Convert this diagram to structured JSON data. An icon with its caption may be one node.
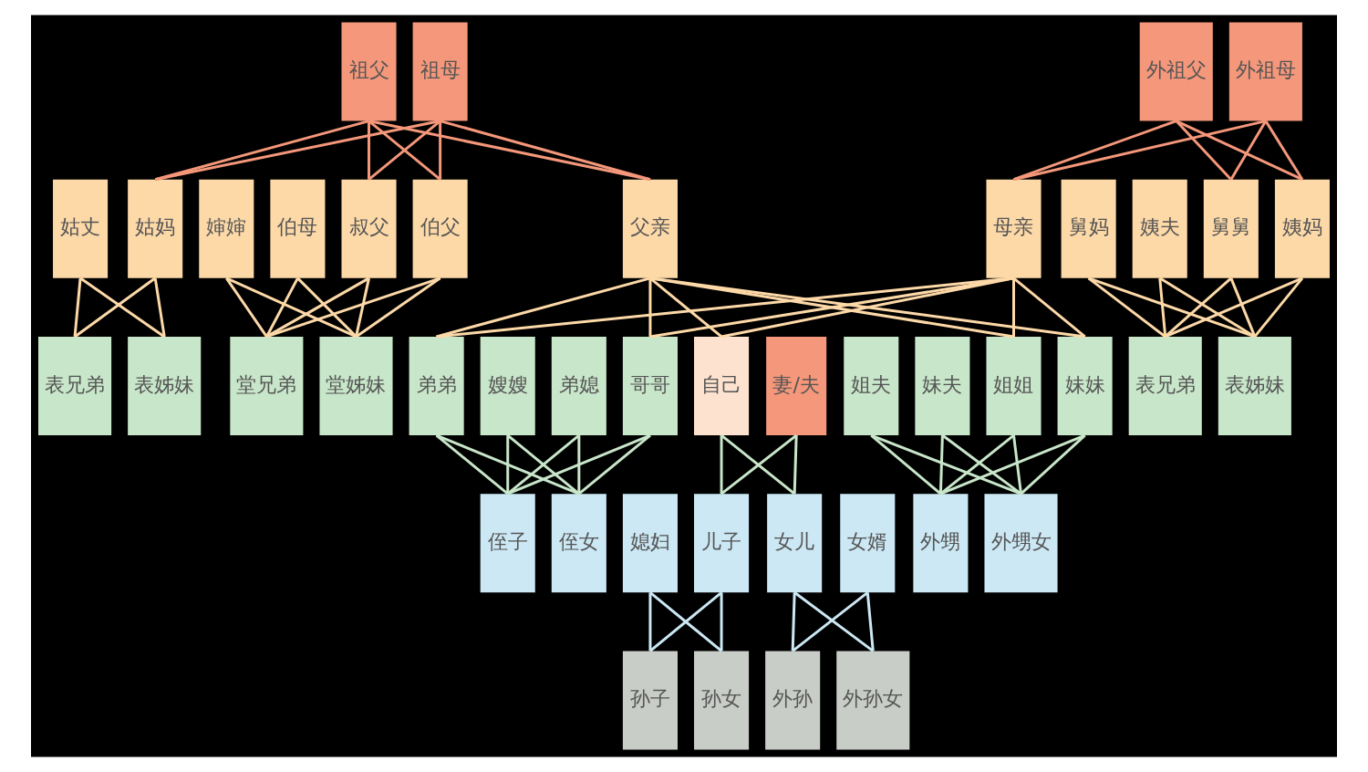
{
  "diagram": {
    "nodes": [
      {
        "text": [
          "祖父"
        ]
      },
      {
        "text": [
          "祖母"
        ]
      },
      {
        "text": [
          "外祖父"
        ]
      },
      {
        "text": [
          "外祖母"
        ]
      },
      {
        "text": [
          "姑丈"
        ]
      },
      {
        "text": [
          "姑妈"
        ]
      },
      {
        "text": [
          "婶婶"
        ]
      },
      {
        "text": [
          "叔父"
        ]
      },
      {
        "text": [
          "伯母"
        ]
      },
      {
        "text": [
          "伯父"
        ]
      },
      {
        "text": [
          "父亲"
        ]
      },
      {
        "text": [
          "母亲"
        ]
      },
      {
        "text": [
          "舅舅"
        ]
      },
      {
        "text": [
          "舅妈"
        ]
      },
      {
        "text": [
          "姨妈"
        ]
      },
      {
        "text": [
          "姨夫"
        ]
      },
      {
        "text": [
          "表兄弟"
        ]
      },
      {
        "text": [
          "表姊妹"
        ]
      },
      {
        "text": [
          "堂兄弟"
        ]
      },
      {
        "text": [
          "堂姊妹"
        ]
      },
      {
        "text": [
          "弟媳"
        ]
      },
      {
        "text": [
          "弟弟"
        ]
      },
      {
        "text": [
          "嫂嫂"
        ]
      },
      {
        "text": [
          "哥哥"
        ]
      },
      {
        "text": [
          "自己"
        ]
      },
      {
        "text": [
          "妻/夫"
        ]
      },
      {
        "text": [
          "姐姐"
        ]
      },
      {
        "text": [
          "姐夫"
        ]
      },
      {
        "text": [
          "妹妹"
        ]
      },
      {
        "text": [
          "妹夫"
        ]
      },
      {
        "text": [
          "表兄弟"
        ]
      },
      {
        "text": [
          "表姊妹"
        ]
      },
      {
        "text": [
          "侄子"
        ]
      },
      {
        "text": [
          "侄女"
        ]
      },
      {
        "text": [
          "媳妇"
        ]
      },
      {
        "text": [
          "儿子"
        ]
      },
      {
        "text": [
          "女儿"
        ]
      },
      {
        "text": [
          "女婿"
        ]
      },
      {
        "text": [
          "外甥"
        ]
      },
      {
        "text": [
          "外甥女"
        ]
      },
      {
        "text": [
          "孙子"
        ]
      },
      {
        "text": [
          "孙女"
        ]
      },
      {
        "text": [
          "外孙"
        ]
      },
      {
        "text": [
          "外孙女"
        ]
      }
    ],
    "edges": [
      {
        "from": 0,
        "to": 5,
        "arrow": "none",
        "color": "#f4977a"
      },
      {
        "from": 0,
        "to": 7,
        "arrow": "none",
        "color": "#f4977a"
      },
      {
        "from": 0,
        "to": 9,
        "arrow": "none",
        "color": "#f4977a"
      },
      {
        "from": 0,
        "to": 10,
        "arrow": "none",
        "color": "#f4977a"
      },
      {
        "from": 1,
        "to": 5,
        "arrow": "none",
        "color": "#f4977a"
      },
      {
        "from": 1,
        "to": 7,
        "arrow": "none",
        "color": "#f4977a"
      },
      {
        "from": 1,
        "to": 9,
        "arrow": "none",
        "color": "#f4977a"
      },
      {
        "from": 1,
        "to": 10,
        "arrow": "none",
        "color": "#f4977a"
      },
      {
        "from": 2,
        "to": 11,
        "arrow": "none",
        "color": "#f4977a"
      },
      {
        "from": 2,
        "to": 12,
        "arrow": "none",
        "color": "#f4977a"
      },
      {
        "from": 2,
        "to": 14,
        "arrow": "none",
        "color": "#f4977a"
      },
      {
        "from": 3,
        "to": 11,
        "arrow": "none",
        "color": "#f4977a"
      },
      {
        "from": 3,
        "to": 12,
        "arrow": "none",
        "color": "#f4977a"
      },
      {
        "from": 3,
        "to": 14,
        "arrow": "none",
        "color": "#f4977a"
      },
      {
        "from": 4,
        "to": 16,
        "arrow": "none"
      },
      {
        "from": 4,
        "to": 17,
        "arrow": "none"
      },
      {
        "from": 5,
        "to": 16,
        "arrow": "none"
      },
      {
        "from": 5,
        "to": 17,
        "arrow": "none"
      },
      {
        "from": 6,
        "to": 18,
        "arrow": "none"
      },
      {
        "from": 6,
        "to": 19,
        "arrow": "none"
      },
      {
        "from": 7,
        "to": 18,
        "arrow": "none"
      },
      {
        "from": 7,
        "to": 19,
        "arrow": "none"
      },
      {
        "from": 8,
        "to": 18,
        "arrow": "none"
      },
      {
        "from": 8,
        "to": 19,
        "arrow": "none"
      },
      {
        "from": 9,
        "to": 18,
        "arrow": "none"
      },
      {
        "from": 9,
        "to": 19,
        "arrow": "none"
      },
      {
        "from": 10,
        "to": 21,
        "arrow": "none"
      },
      {
        "from": 10,
        "to": 23,
        "arrow": "none"
      },
      {
        "from": 10,
        "to": 24,
        "arrow": "none"
      },
      {
        "from": 10,
        "to": 26,
        "arrow": "none"
      },
      {
        "from": 10,
        "to": 28,
        "arrow": "none"
      },
      {
        "from": 11,
        "to": 21,
        "arrow": "none"
      },
      {
        "from": 11,
        "to": 23,
        "arrow": "none"
      },
      {
        "from": 11,
        "to": 24,
        "arrow": "none"
      },
      {
        "from": 11,
        "to": 26,
        "arrow": "none"
      },
      {
        "from": 11,
        "to": 28,
        "arrow": "none"
      },
      {
        "from": 12,
        "to": 30,
        "arrow": "none"
      },
      {
        "from": 12,
        "to": 31,
        "arrow": "none"
      },
      {
        "from": 13,
        "to": 30,
        "arrow": "none"
      },
      {
        "from": 13,
        "to": 31,
        "arrow": "none"
      },
      {
        "from": 14,
        "to": 30,
        "arrow": "none"
      },
      {
        "from": 14,
        "to": 31,
        "arrow": "none"
      },
      {
        "from": 15,
        "to": 30,
        "arrow": "none"
      },
      {
        "from": 15,
        "to": 31,
        "arrow": "none"
      },
      {
        "from": 20,
        "to": 32,
        "arrow": "none",
        "color": "#c8e6c9"
      },
      {
        "from": 20,
        "to": 33,
        "arrow": "none",
        "color": "#c8e6c9"
      },
      {
        "from": 21,
        "to": 32,
        "arrow": "none",
        "color": "#c8e6c9"
      },
      {
        "from": 21,
        "to": 33,
        "arrow": "none",
        "color": "#c8e6c9"
      },
      {
        "from": 22,
        "to": 32,
        "arrow": "none",
        "color": "#c8e6c9"
      },
      {
        "from": 22,
        "to": 33,
        "arrow": "none",
        "color": "#c8e6c9"
      },
      {
        "from": 23,
        "to": 32,
        "arrow": "none",
        "color": "#c8e6c9"
      },
      {
        "from": 23,
        "to": 33,
        "arrow": "none",
        "color": "#c8e6c9"
      },
      {
        "from": 24,
        "to": 35,
        "arrow": "none",
        "color": "#c8e6c9"
      },
      {
        "from": 24,
        "to": 36,
        "arrow": "none",
        "color": "#c8e6c9"
      },
      {
        "from": 25,
        "to": 35,
        "arrow": "none",
        "color": "#c8e6c9"
      },
      {
        "from": 25,
        "to": 36,
        "arrow": "none",
        "color": "#c8e6c9"
      },
      {
        "from": 26,
        "to": 38,
        "arrow": "none",
        "color": "#c8e6c9"
      },
      {
        "from": 26,
        "to": 39,
        "arrow": "none",
        "color": "#c8e6c9"
      },
      {
        "from": 27,
        "to": 38,
        "arrow": "none",
        "color": "#c8e6c9"
      },
      {
        "from": 27,
        "to": 39,
        "arrow": "none",
        "color": "#c8e6c9"
      },
      {
        "from": 28,
        "to": 38,
        "arrow": "none",
        "color": "#c8e6c9"
      },
      {
        "from": 28,
        "to": 39,
        "arrow": "none",
        "color": "#c8e6c9"
      },
      {
        "from": 29,
        "to": 38,
        "arrow": "none",
        "color": "#c8e6c9"
      },
      {
        "from": 29,
        "to": 39,
        "arrow": "none",
        "color": "#c8e6c9"
      },
      {
        "from": 34,
        "to": 40,
        "arrow": "none",
        "color": "#cce8f4"
      },
      {
        "from": 34,
        "to": 41,
        "arrow": "none",
        "color": "#cce8f4"
      },
      {
        "from": 35,
        "to": 40,
        "arrow": "none",
        "color": "#cce8f4"
      },
      {
        "from": 35,
        "to": 41,
        "arrow": "none",
        "color": "#cce8f4"
      },
      {
        "from": 36,
        "to": 42,
        "arrow": "none",
        "color": "#cce8f4"
      },
      {
        "from": 36,
        "to": 43,
        "arrow": "none",
        "color": "#cce8f4"
      },
      {
        "from": 37,
        "to": 42,
        "arrow": "none",
        "color": "#cce8f4"
      },
      {
        "from": 37,
        "to": 43,
        "arrow": "none",
        "color": "#cce8f4"
      }
    ]
  }
}
